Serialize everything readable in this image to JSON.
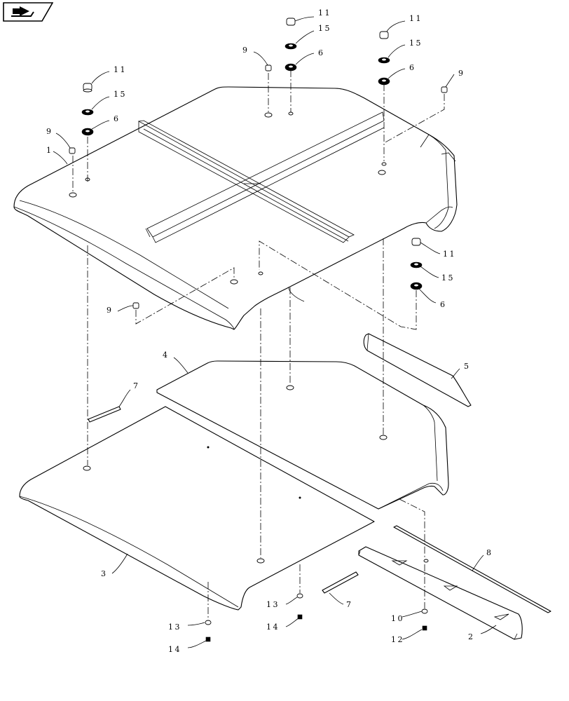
{
  "nav": {
    "icon": "back-arrow-icon"
  },
  "callouts": [
    {
      "id": "c11a",
      "text": "11"
    },
    {
      "id": "c15a",
      "text": "15"
    },
    {
      "id": "c6a",
      "text": "6"
    },
    {
      "id": "c9a",
      "text": "9"
    },
    {
      "id": "c1",
      "text": "1"
    },
    {
      "id": "c9b",
      "text": "9"
    },
    {
      "id": "c11b",
      "text": "11"
    },
    {
      "id": "c15b",
      "text": "15"
    },
    {
      "id": "c6b",
      "text": "6"
    },
    {
      "id": "c11c",
      "text": "11"
    },
    {
      "id": "c15c",
      "text": "15"
    },
    {
      "id": "c6c",
      "text": "6"
    },
    {
      "id": "c9c",
      "text": "9"
    },
    {
      "id": "c11d",
      "text": "11"
    },
    {
      "id": "c15d",
      "text": "15"
    },
    {
      "id": "c6d",
      "text": "6"
    },
    {
      "id": "c9d",
      "text": "9"
    },
    {
      "id": "c4",
      "text": "4"
    },
    {
      "id": "c5",
      "text": "5"
    },
    {
      "id": "c7a",
      "text": "7"
    },
    {
      "id": "c3",
      "text": "3"
    },
    {
      "id": "c8",
      "text": "8"
    },
    {
      "id": "c13a",
      "text": "13"
    },
    {
      "id": "c14a",
      "text": "14"
    },
    {
      "id": "c7b",
      "text": "7"
    },
    {
      "id": "c10",
      "text": "10"
    },
    {
      "id": "c12",
      "text": "12"
    },
    {
      "id": "c2",
      "text": "2"
    },
    {
      "id": "c13b",
      "text": "13"
    },
    {
      "id": "c14b",
      "text": "14"
    }
  ]
}
